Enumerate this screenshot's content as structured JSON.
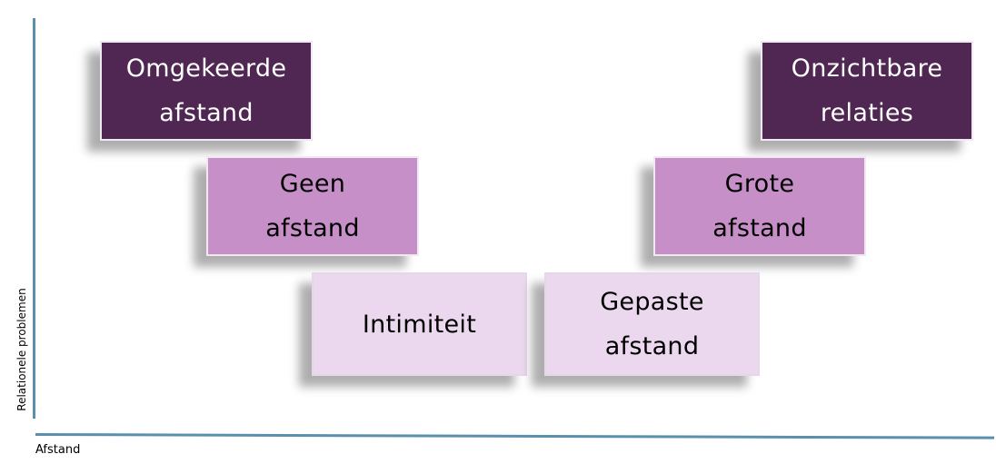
{
  "axes": {
    "y_label": "Relationele problemen",
    "x_label": "Afstand"
  },
  "boxes": {
    "omgekeerde_afstand": "Omgekeerde\nafstand",
    "onzichtbare_relaties": "Onzichtbare\nrelaties",
    "geen_afstand": "Geen\nafstand",
    "grote_afstand": "Grote\nafstand",
    "intimiteit": "Intimiteit",
    "gepaste_afstand": "Gepaste\nafstand"
  },
  "colors": {
    "dark": "#4f2752",
    "mid": "#c78fc8",
    "light": "#ecd8ee",
    "axis": "#5a8fae"
  }
}
